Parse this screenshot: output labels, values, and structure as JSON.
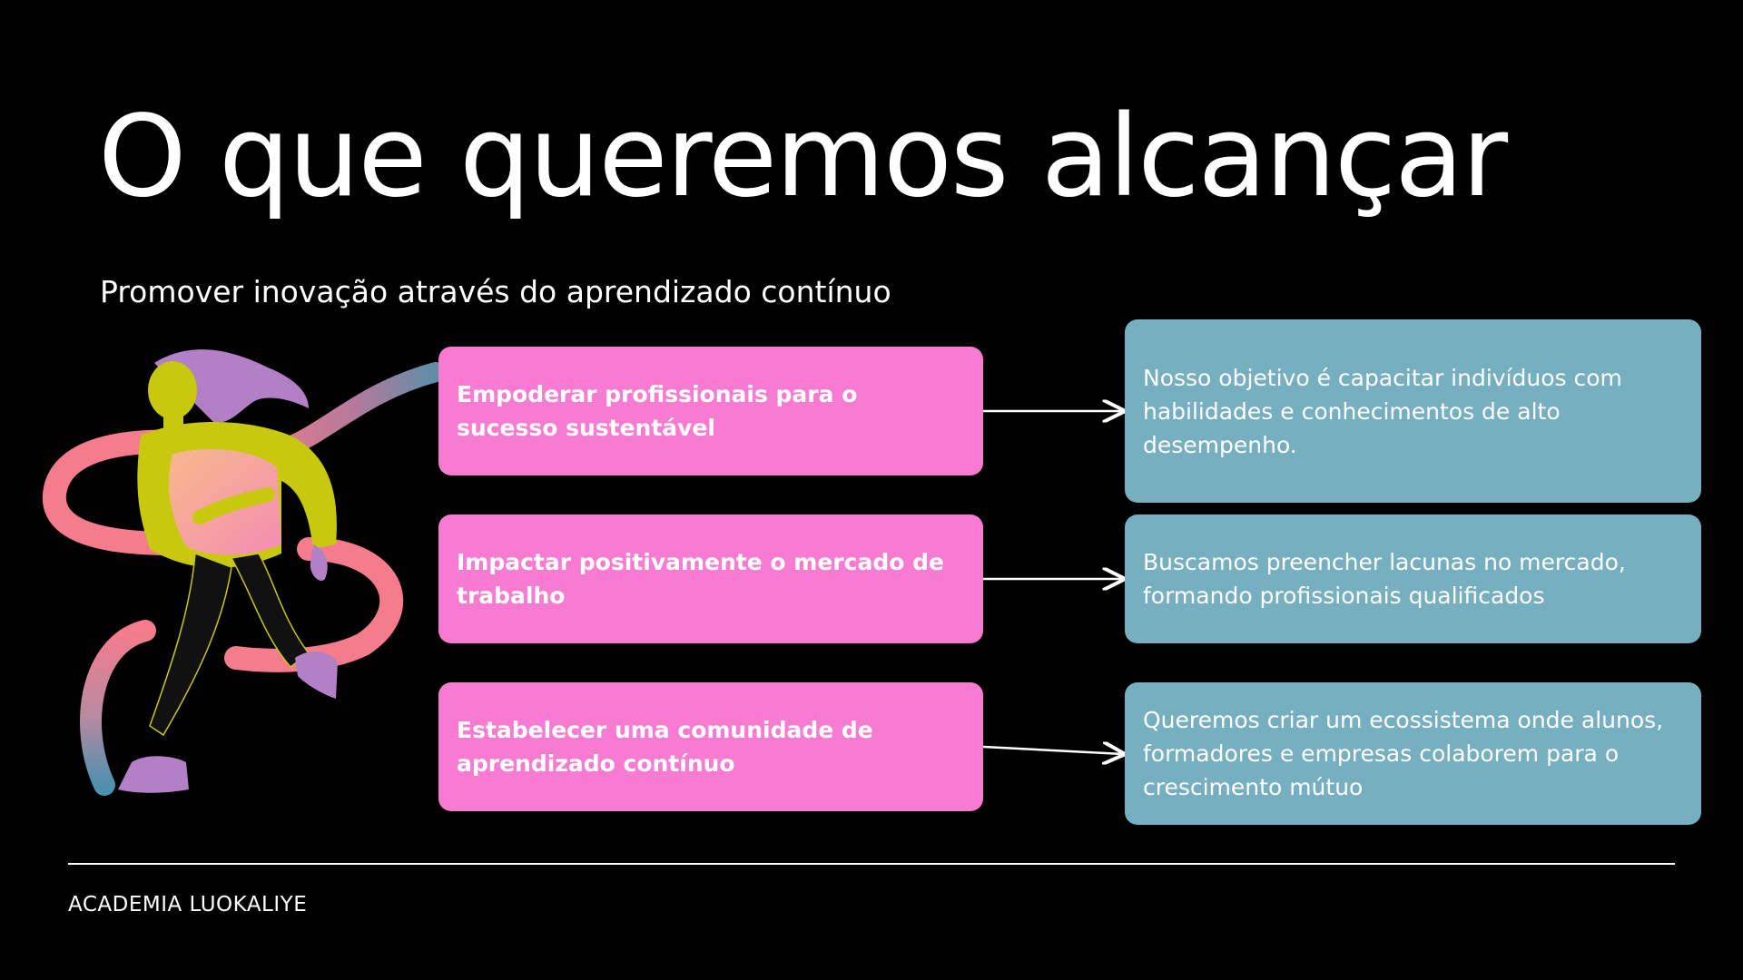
{
  "title": "O que queremos alcançar",
  "subtitle": "Promover inovação através do aprendizado contínuo",
  "rows": [
    {
      "goal": "Empoderar profissionais para o sucesso sustentável",
      "description": "Nosso objetivo é capacitar indivíduos com habilidades e conhecimentos de alto desempenho."
    },
    {
      "goal": "Impactar positivamente o mercado de trabalho",
      "description": "Buscamos preencher lacunas no mercado, formando profissionais qualificados"
    },
    {
      "goal": "Estabelecer uma comunidade de aprendizado contínuo",
      "description": "Queremos criar um ecossistema onde alunos, formadores e empresas colaborem para o crescimento mútuo"
    }
  ],
  "footer": {
    "brand": "ACADEMIA LUOKALIYE"
  },
  "colors": {
    "background": "#000000",
    "goal_box": "#f77bd0",
    "description_box": "#76afc0",
    "text": "#ffffff",
    "ribbon": "#f57c8c",
    "figure_skin": "#c8c90e"
  },
  "icons": {
    "illustration": "woman-running-with-ribbon-illustration"
  }
}
